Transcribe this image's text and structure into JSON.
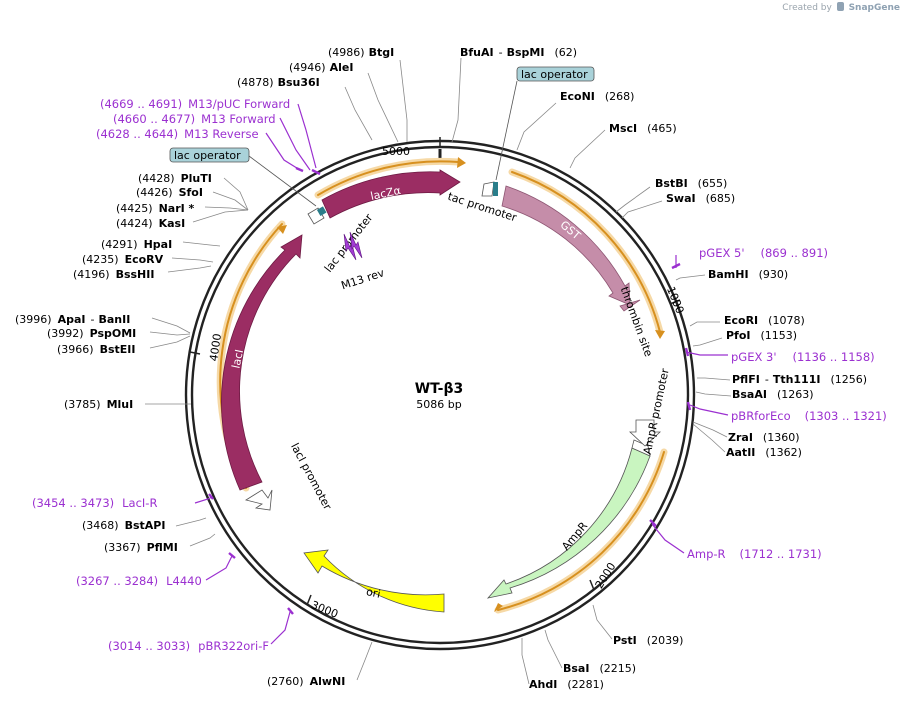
{
  "branding": {
    "created_by": "Created by",
    "app_name": "SnapGene"
  },
  "plasmid": {
    "name": "WT-β3",
    "size_label": "5086 bp",
    "length": 5086
  },
  "colors": {
    "backbone": "#222222",
    "orange_band": "#e8a93a",
    "lac_purple": "#9b2d63",
    "gst_fill": "#c58da9",
    "ampr_fill": "#c9f5c0",
    "ori_fill": "#ffff00",
    "operator_fill": "#a9d2d9",
    "operator_mark": "#2a7d8a",
    "primer": "#9b30d0",
    "m13": "#a23cd4"
  },
  "enzymes": [
    {
      "name": "BtgI",
      "pos": "(4986)"
    },
    {
      "name": "AleI",
      "pos": "(4946)"
    },
    {
      "name": "Bsu36I",
      "pos": "(4878)"
    },
    {
      "name": "BfuAI",
      "name2": "BspMI",
      "pos": "(62)"
    },
    {
      "name": "EcoNI",
      "pos": "(268)"
    },
    {
      "name": "MscI",
      "pos": "(465)"
    },
    {
      "name": "BstBI",
      "pos": "(655)"
    },
    {
      "name": "SwaI",
      "pos": "(685)"
    },
    {
      "name": "BamHI",
      "pos": "(930)"
    },
    {
      "name": "EcoRI",
      "pos": "(1078)"
    },
    {
      "name": "PfoI",
      "pos": "(1153)"
    },
    {
      "name": "PflFI",
      "name2": "Tth111I",
      "pos": "(1256)"
    },
    {
      "name": "BsaAI",
      "pos": "(1263)"
    },
    {
      "name": "ZraI",
      "pos": "(1360)"
    },
    {
      "name": "AatII",
      "pos": "(1362)"
    },
    {
      "name": "PstI",
      "pos": "(2039)"
    },
    {
      "name": "BsaI",
      "pos": "(2215)"
    },
    {
      "name": "AhdI",
      "pos": "(2281)"
    },
    {
      "name": "AlwNI",
      "pos": "(2760)"
    },
    {
      "name": "PflMI",
      "pos": "(3367)"
    },
    {
      "name": "BstAPI",
      "pos": "(3468)"
    },
    {
      "name": "MluI",
      "pos": "(3785)"
    },
    {
      "name": "BstEII",
      "pos": "(3966)"
    },
    {
      "name": "PspOMI",
      "pos": "(3992)"
    },
    {
      "name": "ApaI",
      "name2": "BanII",
      "pos": "(3996)"
    },
    {
      "name": "BssHII",
      "pos": "(4196)"
    },
    {
      "name": "EcoRV",
      "pos": "(4235)"
    },
    {
      "name": "HpaI",
      "pos": "(4291)"
    },
    {
      "name": "KasI",
      "pos": "(4424)"
    },
    {
      "name": "NarI *",
      "pos": "(4425)"
    },
    {
      "name": "SfoI",
      "pos": "(4426)"
    },
    {
      "name": "PluTI",
      "pos": "(4428)"
    }
  ],
  "primers": [
    {
      "name": "M13/pUC Forward",
      "pos": "(4669 .. 4691)"
    },
    {
      "name": "M13 Forward",
      "pos": "(4660 .. 4677)"
    },
    {
      "name": "M13 Reverse",
      "pos": "(4628 .. 4644)"
    },
    {
      "name": "pGEX 5'",
      "pos": "(869 .. 891)"
    },
    {
      "name": "pGEX 3'",
      "pos": "(1136 .. 1158)"
    },
    {
      "name": "pBRforEco",
      "pos": "(1303 .. 1321)"
    },
    {
      "name": "Amp-R",
      "pos": "(1712 .. 1731)"
    },
    {
      "name": "pBR322ori-F",
      "pos": "(3014 .. 3033)"
    },
    {
      "name": "L4440",
      "pos": "(3267 .. 3284)"
    },
    {
      "name": "LacI-R",
      "pos": "(3454 .. 3473)"
    }
  ],
  "features": {
    "lac_operator_top": "lac operator",
    "lac_operator_left": "lac operator",
    "tac_promoter": "tac promoter",
    "gst": "GST",
    "thrombin_site": "thrombin site",
    "ampr_promoter": "AmpR promoter",
    "ampr": "AmpR",
    "ori": "ori",
    "laci": "lacI",
    "laci_promoter": "lacI promoter",
    "lacza": "lacZα",
    "lac_promoter": "lac promoter",
    "m13_rev": "M13 rev"
  },
  "ticks": [
    "1000",
    "2000",
    "3000",
    "4000",
    "5000"
  ]
}
